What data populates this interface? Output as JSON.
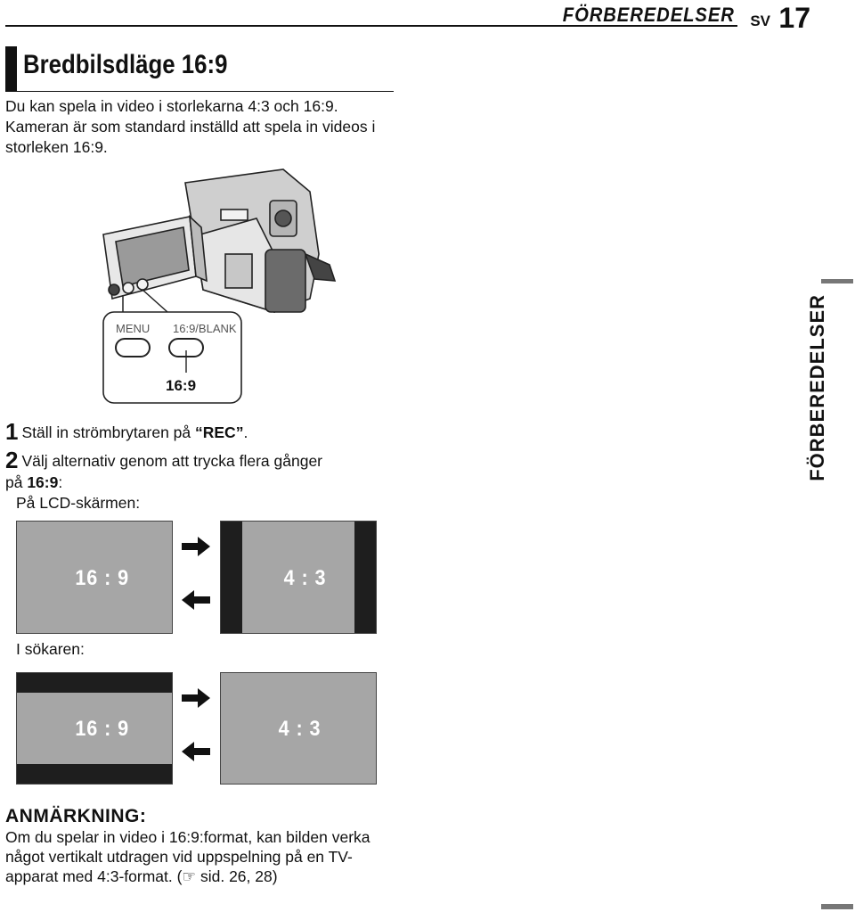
{
  "header": {
    "section": "FÖRBEREDELSER",
    "lang": "SV",
    "page_number": "17"
  },
  "title": "Bredbilsdläge 16:9",
  "intro": "Du kan spela in video i storlekarna 4:3 och 16:9. Kameran är som standard inställd att spela in videos i storleken 16:9.",
  "illustration": {
    "menu_label": "MENU",
    "button_label": "16:9/BLANK",
    "callout": "16:9"
  },
  "steps": [
    {
      "num": "1",
      "text_before": "Ställ in strömbrytaren på ",
      "bold": "“REC”",
      "text_after": "."
    },
    {
      "num": "2",
      "text_line1": "Välj alternativ genom att trycka flera gånger",
      "text_line2_before": "på ",
      "bold": "16:9",
      "text_after": ":"
    }
  ],
  "lcd_label": "På LCD-skärmen:",
  "viewfinder_label": "I sökaren:",
  "screens": {
    "wide": "16 : 9",
    "standard": "4 : 3"
  },
  "side_tab": "FÖRBEREDELSER",
  "note": {
    "heading": "ANMÄRKNING:",
    "body": "Om du spelar in video i 16:9:format, kan bilden verka något vertikalt utdragen vid uppspelning på en TV-apparat med 4:3-format. (☞ sid. 26, 28)"
  }
}
